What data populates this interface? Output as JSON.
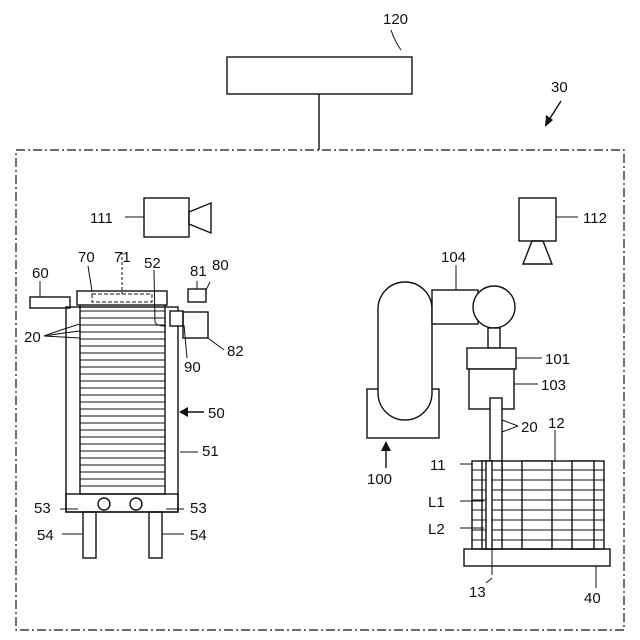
{
  "labels": {
    "l120": "120",
    "l30": "30",
    "l111": "111",
    "l112": "112",
    "l70": "70",
    "l71": "71",
    "l52": "52",
    "l81": "81",
    "l80": "80",
    "l60": "60",
    "l20a": "20",
    "l90": "90",
    "l82": "82",
    "l50": "50",
    "l51": "51",
    "l53a": "53",
    "l53b": "53",
    "l54a": "54",
    "l54b": "54",
    "l104": "104",
    "l101": "101",
    "l103": "103",
    "l20b": "20",
    "l12": "12",
    "l100": "100",
    "l11": "11",
    "lL1": "L1",
    "lL2": "L2",
    "l13": "13",
    "l40": "40"
  }
}
